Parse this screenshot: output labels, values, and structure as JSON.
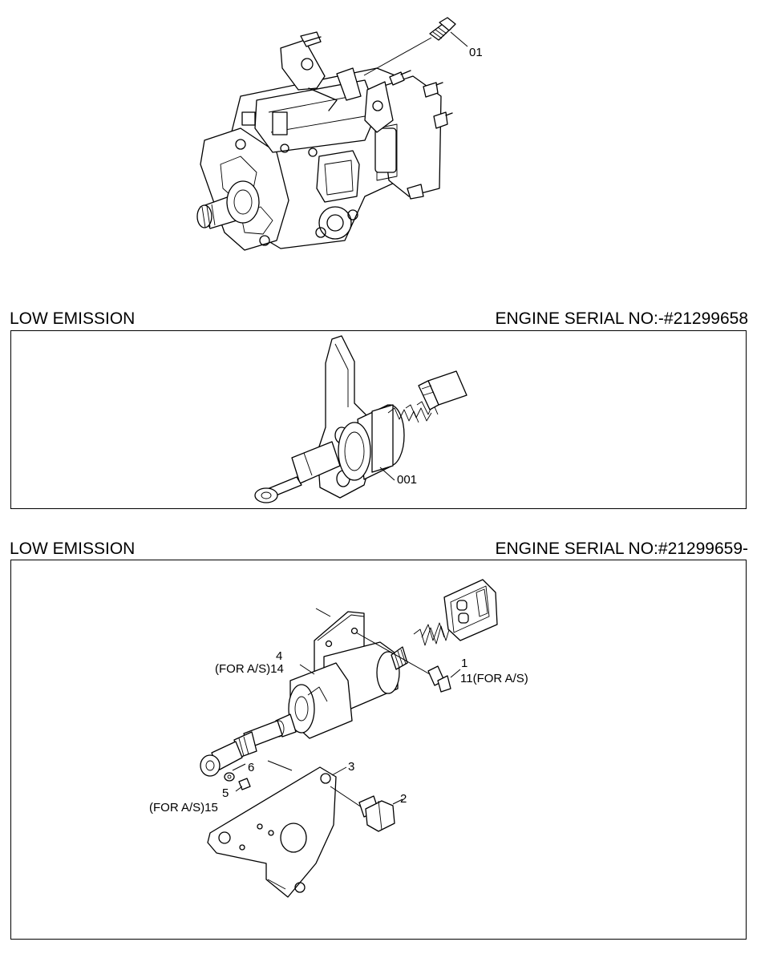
{
  "top_diagram": {
    "callouts": {
      "part_01": "01"
    }
  },
  "section_a": {
    "title_left": "LOW EMISSION",
    "title_right": "ENGINE SERIAL NO:-#21299658",
    "callouts": {
      "part_001": "001"
    }
  },
  "section_b": {
    "title_left": "LOW EMISSION",
    "title_right": "ENGINE SERIAL NO:#21299659-",
    "callouts": {
      "p4": "4",
      "p14": "(FOR A/S)14",
      "p1": "1",
      "p11": "11(FOR A/S)",
      "p6": "6",
      "p5": "5",
      "p15": "(FOR A/S)15",
      "p3": "3",
      "p2": "2"
    }
  }
}
